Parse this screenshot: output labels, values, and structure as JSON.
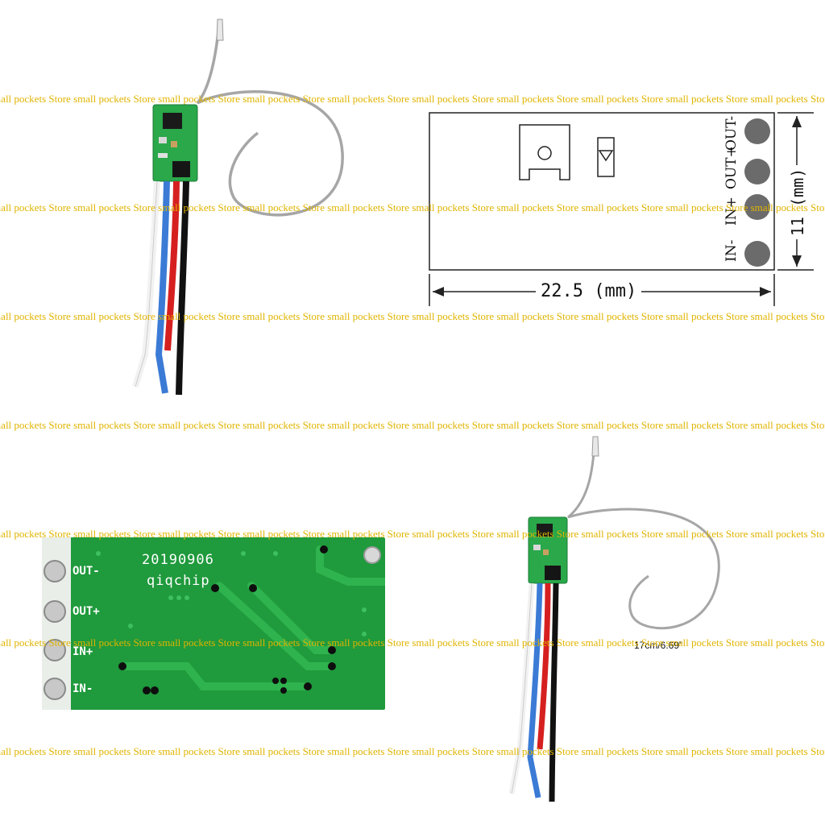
{
  "watermark": {
    "text": "small pockets Store ",
    "color": "#e0b400"
  },
  "diagram": {
    "pins": [
      "OUT-",
      "OUT+",
      "IN+",
      "IN-"
    ],
    "width_label": "22.5 (mm)",
    "height_label": "11 (mm)"
  },
  "pcb_back": {
    "date_print": "20190906",
    "brand_print": "qiqchip",
    "pins": [
      "OUT-",
      "OUT+",
      "IN+",
      "IN-"
    ],
    "board_color": "#1f9a3c"
  },
  "antenna": {
    "length_label": "17cm/6.69\""
  },
  "wire_colors": {
    "white": "#f2f2f2",
    "blue": "#3b7bd6",
    "red": "#d62020",
    "black": "#111111"
  }
}
